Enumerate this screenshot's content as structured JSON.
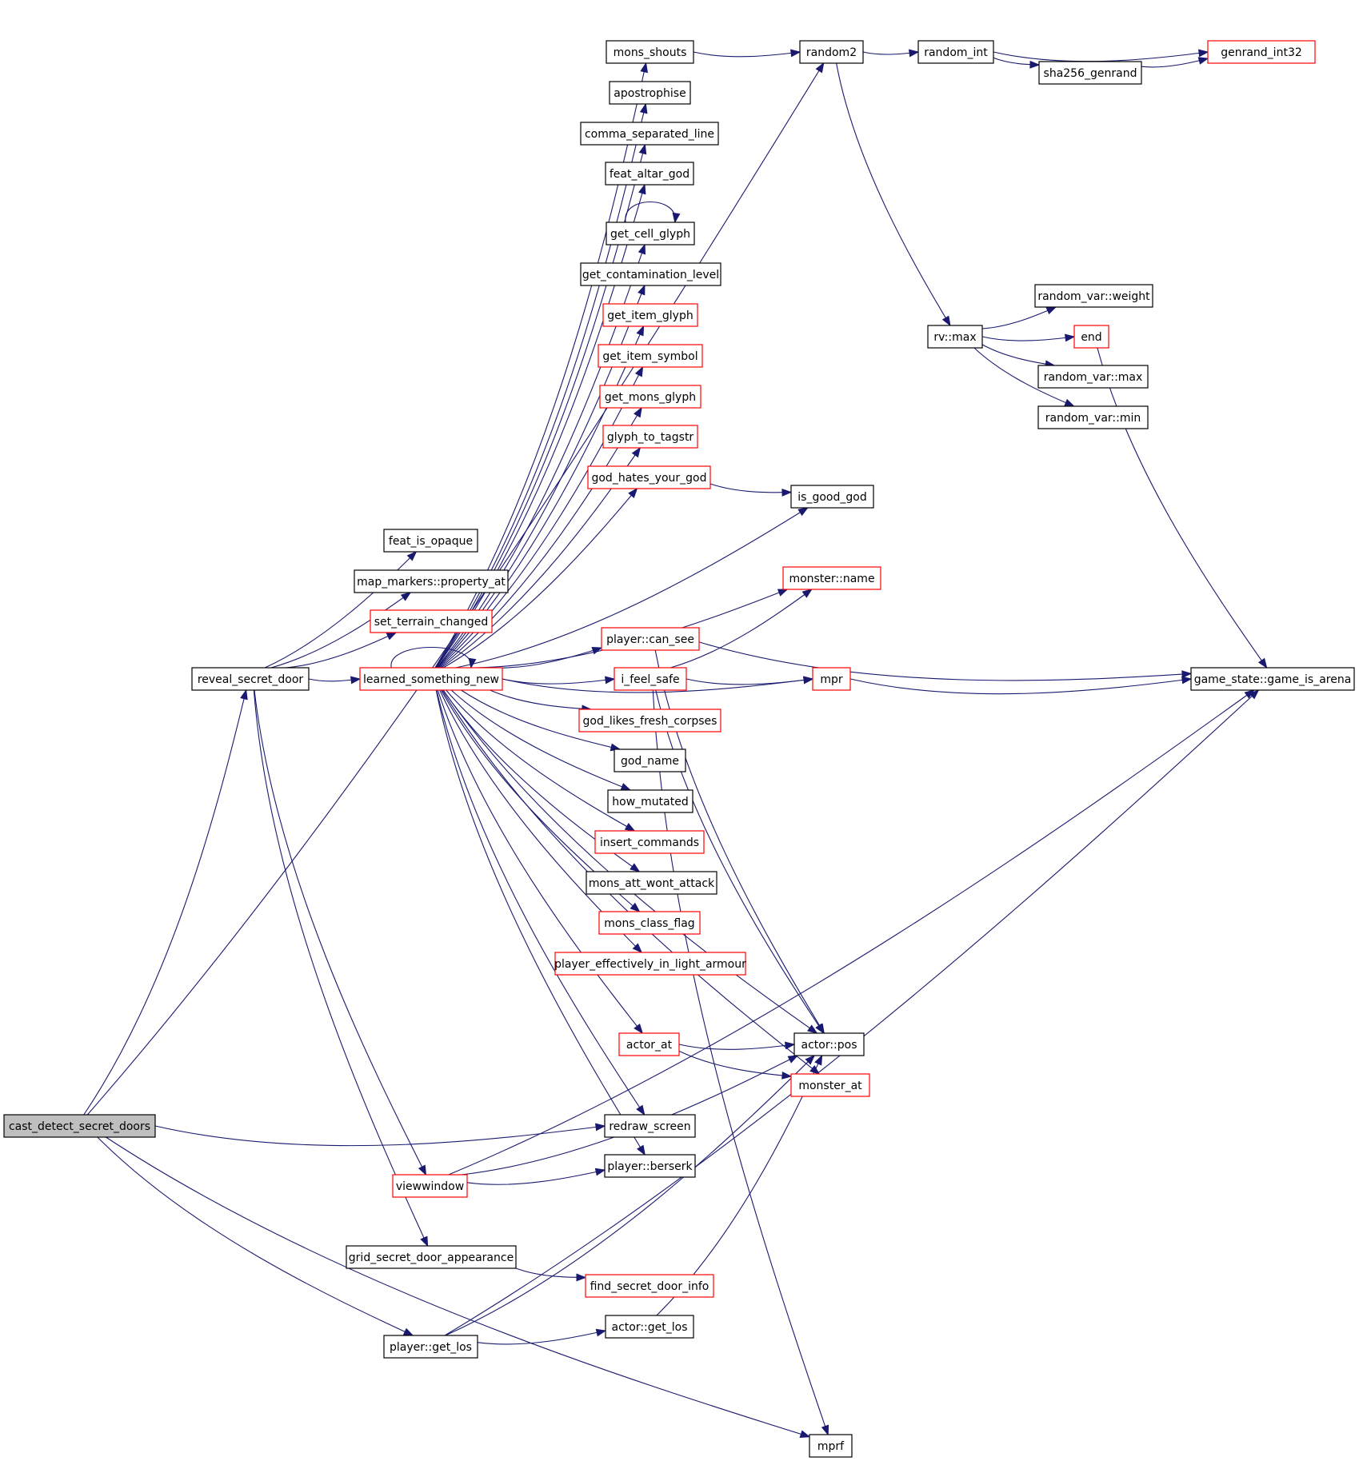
{
  "colors": {
    "edge": "#191970",
    "node_border": "#000000",
    "node_border_incomplete": "#ff0000",
    "root_fill": "#bfbfbf",
    "node_fill": "#ffffff"
  },
  "nodes": [
    {
      "id": "cast_detect_secret_doors",
      "label": "cast_detect_secret_doors",
      "style": "root"
    },
    {
      "id": "reveal_secret_door",
      "label": "reveal_secret_door",
      "style": "normal"
    },
    {
      "id": "feat_is_opaque",
      "label": "feat_is_opaque",
      "style": "normal"
    },
    {
      "id": "map_markers_property_at",
      "label": "map_markers::property_at",
      "style": "normal"
    },
    {
      "id": "set_terrain_changed",
      "label": "set_terrain_changed",
      "style": "incomplete"
    },
    {
      "id": "learned_something_new",
      "label": "learned_something_new",
      "style": "incomplete"
    },
    {
      "id": "mons_shouts",
      "label": "mons_shouts",
      "style": "normal"
    },
    {
      "id": "apostrophise",
      "label": "apostrophise",
      "style": "normal"
    },
    {
      "id": "comma_separated_line",
      "label": "comma_separated_line",
      "style": "normal"
    },
    {
      "id": "feat_altar_god",
      "label": "feat_altar_god",
      "style": "normal"
    },
    {
      "id": "get_cell_glyph",
      "label": "get_cell_glyph",
      "style": "normal"
    },
    {
      "id": "get_contamination_level",
      "label": "get_contamination_level",
      "style": "normal"
    },
    {
      "id": "get_item_glyph",
      "label": "get_item_glyph",
      "style": "incomplete"
    },
    {
      "id": "get_item_symbol",
      "label": "get_item_symbol",
      "style": "incomplete"
    },
    {
      "id": "get_mons_glyph",
      "label": "get_mons_glyph",
      "style": "incomplete"
    },
    {
      "id": "glyph_to_tagstr",
      "label": "glyph_to_tagstr",
      "style": "incomplete"
    },
    {
      "id": "god_hates_your_god",
      "label": "god_hates_your_god",
      "style": "incomplete"
    },
    {
      "id": "player_can_see",
      "label": "player::can_see",
      "style": "incomplete"
    },
    {
      "id": "i_feel_safe",
      "label": "i_feel_safe",
      "style": "incomplete"
    },
    {
      "id": "god_likes_fresh_corpses",
      "label": "god_likes_fresh_corpses",
      "style": "incomplete"
    },
    {
      "id": "god_name",
      "label": "god_name",
      "style": "normal"
    },
    {
      "id": "how_mutated",
      "label": "how_mutated",
      "style": "normal"
    },
    {
      "id": "insert_commands",
      "label": "insert_commands",
      "style": "incomplete"
    },
    {
      "id": "mons_att_wont_attack",
      "label": "mons_att_wont_attack",
      "style": "normal"
    },
    {
      "id": "mons_class_flag",
      "label": "mons_class_flag",
      "style": "incomplete"
    },
    {
      "id": "player_effectively_in_light_armour",
      "label": "player_effectively_in_light_armour",
      "style": "incomplete"
    },
    {
      "id": "actor_at",
      "label": "actor_at",
      "style": "incomplete"
    },
    {
      "id": "redraw_screen",
      "label": "redraw_screen",
      "style": "normal"
    },
    {
      "id": "player_berserk",
      "label": "player::berserk",
      "style": "normal"
    },
    {
      "id": "viewwindow",
      "label": "viewwindow",
      "style": "incomplete"
    },
    {
      "id": "grid_secret_door_appearance",
      "label": "grid_secret_door_appearance",
      "style": "normal"
    },
    {
      "id": "find_secret_door_info",
      "label": "find_secret_door_info",
      "style": "incomplete"
    },
    {
      "id": "actor_get_los",
      "label": "actor::get_los",
      "style": "normal"
    },
    {
      "id": "player_get_los",
      "label": "player::get_los",
      "style": "normal"
    },
    {
      "id": "random2",
      "label": "random2",
      "style": "normal"
    },
    {
      "id": "random_int",
      "label": "random_int",
      "style": "normal"
    },
    {
      "id": "sha256_genrand",
      "label": "sha256_genrand",
      "style": "normal"
    },
    {
      "id": "genrand_int32",
      "label": "genrand_int32",
      "style": "incomplete"
    },
    {
      "id": "rv_max",
      "label": "rv::max",
      "style": "normal"
    },
    {
      "id": "random_var_weight",
      "label": "random_var::weight",
      "style": "normal"
    },
    {
      "id": "end",
      "label": "end",
      "style": "incomplete"
    },
    {
      "id": "random_var_max",
      "label": "random_var::max",
      "style": "normal"
    },
    {
      "id": "random_var_min",
      "label": "random_var::min",
      "style": "normal"
    },
    {
      "id": "is_good_god",
      "label": "is_good_god",
      "style": "normal"
    },
    {
      "id": "monster_name",
      "label": "monster::name",
      "style": "incomplete"
    },
    {
      "id": "mpr",
      "label": "mpr",
      "style": "incomplete"
    },
    {
      "id": "game_state_game_is_arena",
      "label": "game_state::game_is_arena",
      "style": "normal"
    },
    {
      "id": "actor_pos",
      "label": "actor::pos",
      "style": "normal"
    },
    {
      "id": "monster_at",
      "label": "monster_at",
      "style": "incomplete"
    },
    {
      "id": "mprf",
      "label": "mprf",
      "style": "normal"
    }
  ],
  "edges": [
    [
      "cast_detect_secret_doors",
      "random2"
    ],
    [
      "cast_detect_secret_doors",
      "reveal_secret_door"
    ],
    [
      "cast_detect_secret_doors",
      "redraw_screen"
    ],
    [
      "cast_detect_secret_doors",
      "player_get_los"
    ],
    [
      "cast_detect_secret_doors",
      "mprf"
    ],
    [
      "reveal_secret_door",
      "feat_is_opaque"
    ],
    [
      "reveal_secret_door",
      "map_markers_property_at"
    ],
    [
      "reveal_secret_door",
      "set_terrain_changed"
    ],
    [
      "reveal_secret_door",
      "learned_something_new"
    ],
    [
      "reveal_secret_door",
      "viewwindow"
    ],
    [
      "reveal_secret_door",
      "grid_secret_door_appearance"
    ],
    [
      "learned_something_new",
      "learned_something_new"
    ],
    [
      "learned_something_new",
      "mons_shouts"
    ],
    [
      "learned_something_new",
      "apostrophise"
    ],
    [
      "learned_something_new",
      "comma_separated_line"
    ],
    [
      "learned_something_new",
      "feat_altar_god"
    ],
    [
      "learned_something_new",
      "get_cell_glyph"
    ],
    [
      "learned_something_new",
      "get_contamination_level"
    ],
    [
      "learned_something_new",
      "get_item_glyph"
    ],
    [
      "learned_something_new",
      "get_item_symbol"
    ],
    [
      "learned_something_new",
      "get_mons_glyph"
    ],
    [
      "learned_something_new",
      "glyph_to_tagstr"
    ],
    [
      "learned_something_new",
      "god_hates_your_god"
    ],
    [
      "learned_something_new",
      "is_good_god"
    ],
    [
      "learned_something_new",
      "monster_name"
    ],
    [
      "learned_something_new",
      "mpr"
    ],
    [
      "learned_something_new",
      "player_can_see"
    ],
    [
      "learned_something_new",
      "i_feel_safe"
    ],
    [
      "learned_something_new",
      "god_likes_fresh_corpses"
    ],
    [
      "learned_something_new",
      "god_name"
    ],
    [
      "learned_something_new",
      "how_mutated"
    ],
    [
      "learned_something_new",
      "insert_commands"
    ],
    [
      "learned_something_new",
      "mons_att_wont_attack"
    ],
    [
      "learned_something_new",
      "mons_class_flag"
    ],
    [
      "learned_something_new",
      "player_effectively_in_light_armour"
    ],
    [
      "learned_something_new",
      "actor_pos"
    ],
    [
      "learned_something_new",
      "actor_at"
    ],
    [
      "learned_something_new",
      "monster_at"
    ],
    [
      "learned_something_new",
      "redraw_screen"
    ],
    [
      "learned_something_new",
      "player_berserk"
    ],
    [
      "mons_shouts",
      "random2"
    ],
    [
      "get_cell_glyph",
      "get_cell_glyph"
    ],
    [
      "god_hates_your_god",
      "is_good_god"
    ],
    [
      "player_can_see",
      "game_state_game_is_arena"
    ],
    [
      "player_can_see",
      "actor_pos"
    ],
    [
      "i_feel_safe",
      "monster_name"
    ],
    [
      "i_feel_safe",
      "mpr"
    ],
    [
      "i_feel_safe",
      "actor_pos"
    ],
    [
      "i_feel_safe",
      "mprf"
    ],
    [
      "actor_at",
      "actor_pos"
    ],
    [
      "actor_at",
      "monster_at"
    ],
    [
      "viewwindow",
      "player_berserk"
    ],
    [
      "viewwindow",
      "actor_pos"
    ],
    [
      "viewwindow",
      "game_state_game_is_arena"
    ],
    [
      "grid_secret_door_appearance",
      "find_secret_door_info"
    ],
    [
      "player_get_los",
      "actor_get_los"
    ],
    [
      "player_get_los",
      "actor_pos"
    ],
    [
      "player_get_los",
      "game_state_game_is_arena"
    ],
    [
      "actor_get_los",
      "actor_pos"
    ],
    [
      "random2",
      "random_int"
    ],
    [
      "random2",
      "rv_max"
    ],
    [
      "random_int",
      "genrand_int32"
    ],
    [
      "random_int",
      "sha256_genrand"
    ],
    [
      "sha256_genrand",
      "genrand_int32"
    ],
    [
      "rv_max",
      "random_var_weight"
    ],
    [
      "rv_max",
      "end"
    ],
    [
      "rv_max",
      "random_var_max"
    ],
    [
      "rv_max",
      "random_var_min"
    ],
    [
      "end",
      "game_state_game_is_arena"
    ],
    [
      "mpr",
      "game_state_game_is_arena"
    ]
  ]
}
